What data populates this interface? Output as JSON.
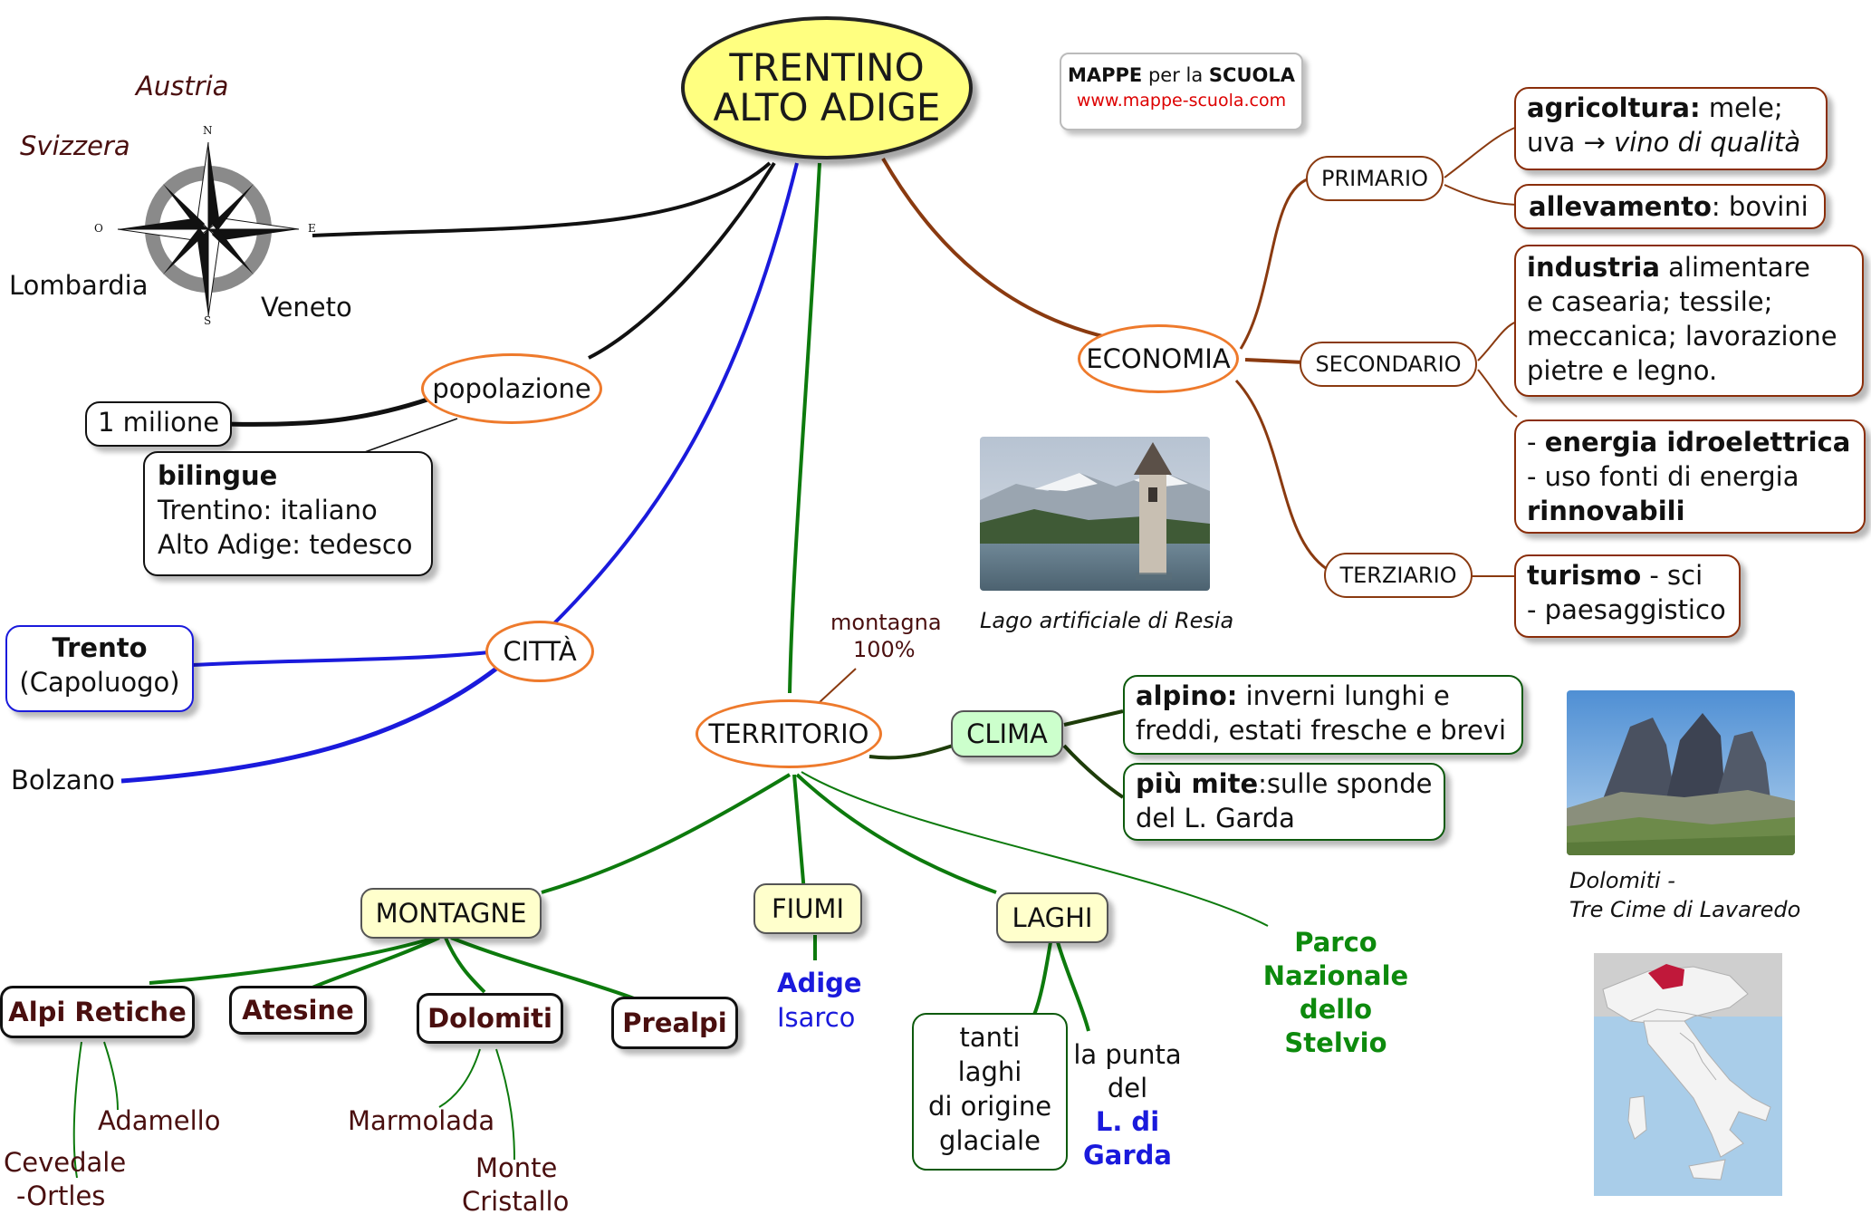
{
  "title_line1": "TRENTINO",
  "title_line2": "ALTO ADIGE",
  "logo": {
    "mappe": "MAPPE",
    "per_la": "per la",
    "scuola": "SCUOLA",
    "url": "www.mappe-scuola.com"
  },
  "neighbors": {
    "austria": "Austria",
    "svizzera": "Svizzera",
    "lombardia": "Lombardia",
    "veneto": "Veneto"
  },
  "compass": {
    "n": "N",
    "s": "S",
    "e": "E",
    "o": "O"
  },
  "popolazione": {
    "label": "popolazione",
    "count": "1 milione",
    "bilingue_title": "bilingue",
    "line1": "Trentino: italiano",
    "line2": "Alto Adige: tedesco"
  },
  "citta": {
    "label": "CITTÀ",
    "trento": "Trento",
    "capoluogo": "(Capoluogo)",
    "bolzano": "Bolzano"
  },
  "economia": {
    "label": "ECONOMIA",
    "primario": "PRIMARIO",
    "secondario": "SECONDARIO",
    "terziario": "TERZIARIO",
    "agricoltura_b": "agricoltura:",
    "agricoltura_rest": " mele;",
    "uva": "uva → ",
    "vino": "vino di qualità",
    "allevamento_b": "allevamento",
    "allevamento_rest": ": bovini",
    "industria_b": "industria",
    "industria_rest": " alimentare",
    "ind_l2": "e casearia; tessile;",
    "ind_l3": "meccanica; lavorazione",
    "ind_l4": "pietre e legno.",
    "energia_dash": "- ",
    "energia_b": "energia idroelettrica",
    "fonti": "- uso fonti di energia",
    "rinnovabili": "rinnovabili",
    "turismo_b": "turismo",
    "turismo_rest": " - sci",
    "paesaggistico": "- paesaggistico"
  },
  "photos": {
    "resia_caption": "Lago artificiale di Resia",
    "dolomiti_caption1": "Dolomiti -",
    "dolomiti_caption2": "Tre Cime di Lavaredo"
  },
  "territorio": {
    "label": "TERRITORIO",
    "montagna_note1": "montagna",
    "montagna_note2": "100%",
    "clima": "CLIMA",
    "alpino_b": "alpino:",
    "alpino_rest": " inverni lunghi e",
    "alpino_l2": "freddi, estati fresche e brevi",
    "mite_b": "più mite",
    "mite_rest": ":sulle sponde",
    "mite_l2": " del L. Garda",
    "montagne": "MONTAGNE",
    "fiumi": "FIUMI",
    "laghi": "LAGHI",
    "adige": "Adige",
    "isarco": "Isarco",
    "parco": [
      "Parco",
      "Nazionale",
      "dello",
      "Stelvio"
    ],
    "alpi_retiche": "Alpi Retiche",
    "atesine": "Atesine",
    "dolomiti": "Dolomiti",
    "prealpi": "Prealpi",
    "adamello": "Adamello",
    "cevedale1": "Cevedale",
    "cevedale2": "-Ortles",
    "marmolada": "Marmolada",
    "monte1": "Monte",
    "monte2": "Cristallo",
    "tanti": [
      "tanti",
      "laghi",
      "di origine",
      "glaciale"
    ],
    "punta": [
      "la punta",
      "del"
    ],
    "garda": [
      "L. di",
      "Garda"
    ]
  },
  "colors": {
    "brown_line": "#8a3a10",
    "blue_line": "#1a1adc",
    "green_line": "#0d7a0d",
    "dark_green_line": "#1e3d0a",
    "oval_border": "#ee7a2c",
    "title_fill": "#ffff80"
  }
}
